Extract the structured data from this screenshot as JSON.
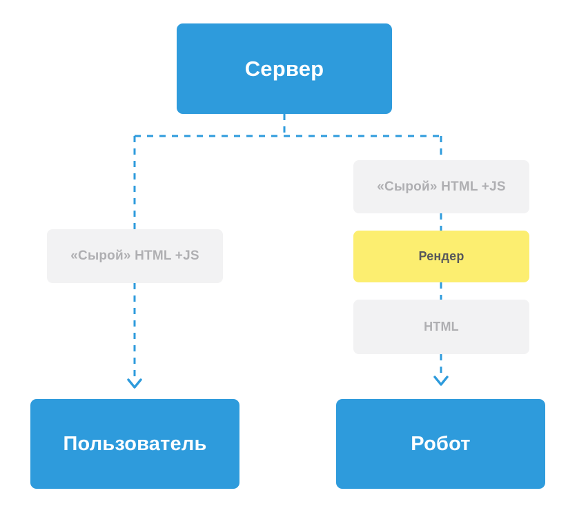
{
  "diagram": {
    "title": "Server rendering flow",
    "language": "ru",
    "colors": {
      "primary_blue": "#2e9bdc",
      "accent_yellow": "#fcee70",
      "muted_gray_bg": "#f2f2f3",
      "muted_gray_text": "#afafb2",
      "accent_text": "#58585b",
      "primary_text": "#ffffff",
      "canvas": "#ffffff",
      "connector": "#2e9bdc"
    },
    "nodes": {
      "server": {
        "label": "Сервер",
        "kind": "primary"
      },
      "raw_left": {
        "label": "«Сырой» HTML +JS",
        "kind": "muted"
      },
      "raw_right": {
        "label": "«Сырой» HTML +JS",
        "kind": "muted"
      },
      "render": {
        "label": "Рендер",
        "kind": "accent"
      },
      "html": {
        "label": "HTML",
        "kind": "muted"
      },
      "user": {
        "label": "Пользователь",
        "kind": "primary"
      },
      "robot": {
        "label": "Робот",
        "kind": "primary"
      }
    },
    "connectors": [
      {
        "name": "server-to-branch",
        "from": "server",
        "to": "branch-bus",
        "style": "dashed"
      },
      {
        "name": "branch-to-user",
        "from": "branch-bus",
        "to": "user",
        "style": "dashed",
        "arrow": "down-chevron",
        "passes_through": "raw_left"
      },
      {
        "name": "branch-to-robot",
        "from": "branch-bus",
        "to": "robot",
        "style": "dashed",
        "arrow": "down-chevron",
        "passes_through": "raw_right, render, html"
      }
    ]
  }
}
